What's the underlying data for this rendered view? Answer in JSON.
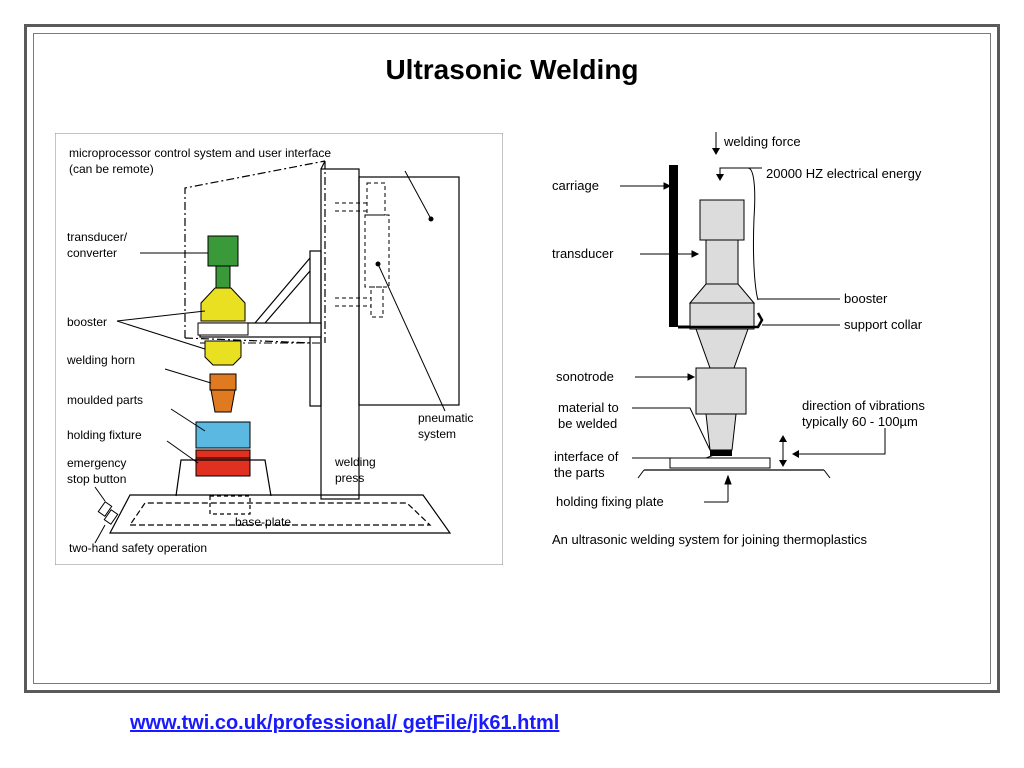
{
  "title": "Ultrasonic Welding",
  "left_diagram": {
    "labels": {
      "control": "microprocessor control system and user interface",
      "control_note": "(can be remote)",
      "transducer_l1": "transducer/",
      "transducer_l2": "converter",
      "booster": "booster",
      "horn": "welding horn",
      "parts": "moulded parts",
      "fixture": "holding fixture",
      "estop_l1": "emergency",
      "estop_l2": "stop button",
      "pneumatic_l1": "pneumatic",
      "pneumatic_l2": "system",
      "press_l1": "welding",
      "press_l2": "press",
      "base": "base-plate",
      "safety": "two-hand safety operation"
    },
    "colors": {
      "transducer": "#3a9a3a",
      "booster": "#e8e020",
      "horn": "#e07a20",
      "parts": "#5bb8e0",
      "fixture": "#e03020"
    }
  },
  "right_diagram": {
    "labels": {
      "force": "welding force",
      "energy": "20000 HZ electrical energy",
      "carriage": "carriage",
      "transducer": "transducer",
      "booster": "booster",
      "collar": "support collar",
      "sonotrode": "sonotrode",
      "material_l1": "material to",
      "material_l2": "be welded",
      "vibration_l1": "direction of vibrations",
      "vibration_l2": "typically 60 - 100µm",
      "interface_l1": "interface of",
      "interface_l2": "the parts",
      "plate": "holding fixing plate"
    },
    "caption": "An ultrasonic welding system for joining thermoplastics"
  },
  "source_link": "www.twi.co.uk/professional/ getFile/jk61.html"
}
